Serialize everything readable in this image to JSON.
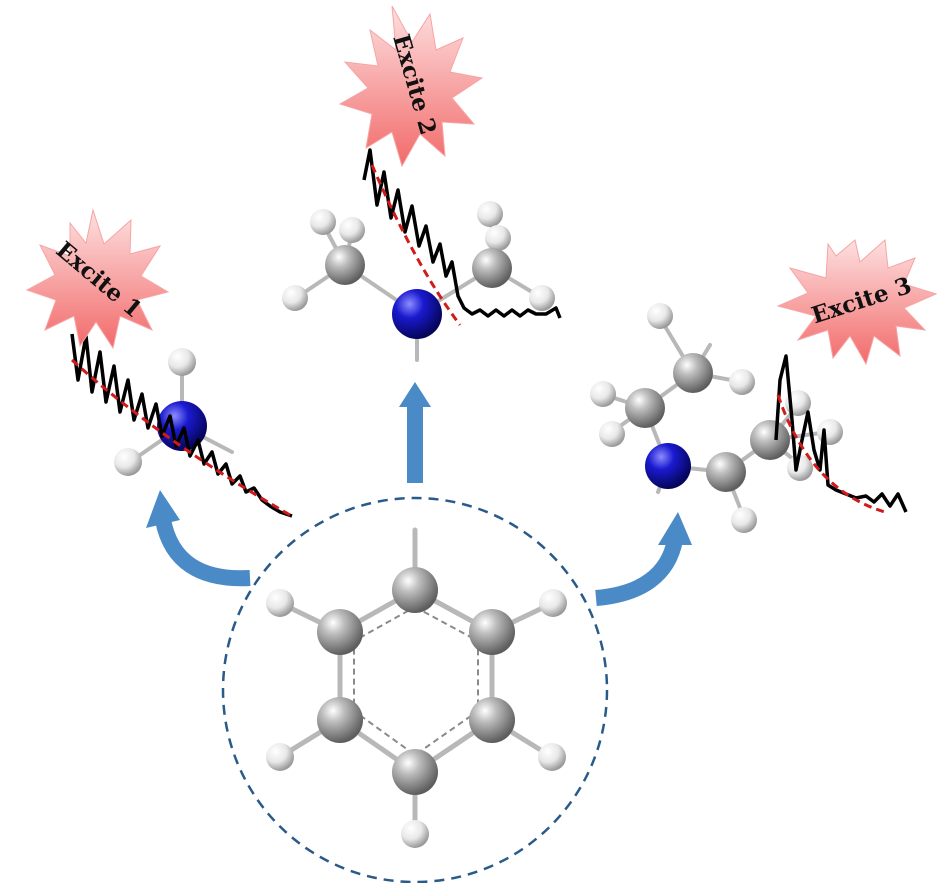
{
  "bursts": [
    {
      "id": 1,
      "label": "Excite 1"
    },
    {
      "id": 2,
      "label": "Excite 2"
    },
    {
      "id": 3,
      "label": "Excite 3"
    }
  ],
  "colors": {
    "carbon": "#9a9a9a",
    "hydrogen": "#e6e6e6",
    "nitrogen": "#1a1acc",
    "bond": "#b8b8b8",
    "arrow": "#4a8ac6",
    "burst": "#f47a7a",
    "decay_fit": "#d11a1a",
    "signal": "#000000",
    "circle": "#2a5a8a"
  },
  "icons": [
    "benzene-molecule",
    "amine-molecule",
    "starburst",
    "arrow-up",
    "curved-arrow"
  ]
}
